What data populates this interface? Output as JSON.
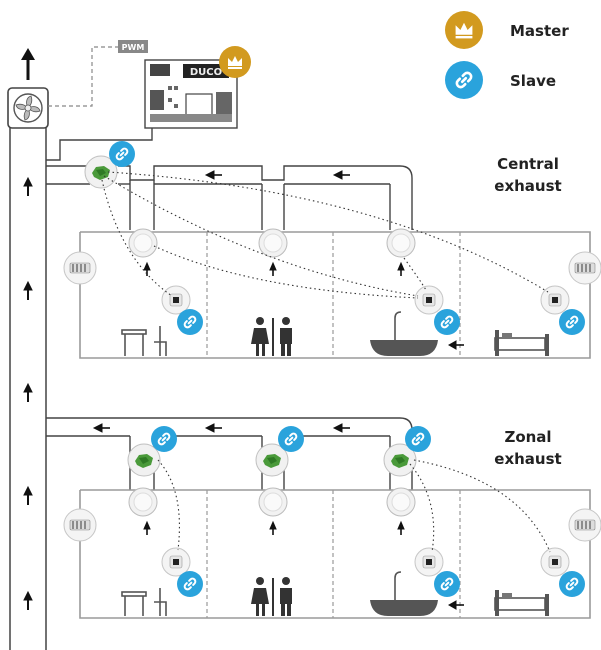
{
  "legend": {
    "master": {
      "label": "Master",
      "color": "#D29A1F",
      "icon": "crown-icon"
    },
    "slave": {
      "label": "Slave",
      "color": "#2AA3DC",
      "icon": "link-icon"
    }
  },
  "controller": {
    "signal_label": "PWM",
    "display_text": "DUCO"
  },
  "sections": {
    "central": {
      "title_line1": "Central",
      "title_line2": "exhaust"
    },
    "zonal": {
      "title_line1": "Zonal",
      "title_line2": "exhaust"
    }
  },
  "rooms": [
    "kitchen",
    "toilet",
    "bathroom",
    "bedroom"
  ],
  "colors": {
    "duct": "#444444",
    "room_wall": "#9a9a9a",
    "valve": "#4a9a3a",
    "arrow": "#111111"
  }
}
